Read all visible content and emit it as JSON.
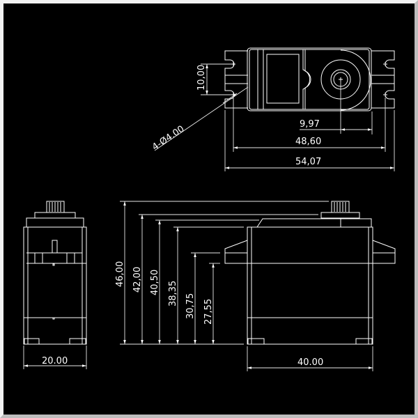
{
  "drawing": {
    "top_view": {
      "dim_horn_offset": "9,97",
      "dim_hole_spacing": "48,60",
      "dim_overall_length": "54,07",
      "dim_hole_vertical": "10,00",
      "dim_holes": "4-Ø4.00"
    },
    "side_view": {
      "dim_width": "20.00"
    },
    "front_view": {
      "dim_body_length": "40.00",
      "dim_heights": [
        "46,00",
        "42,00",
        "40,50",
        "38,35",
        "30,75",
        "27,55"
      ]
    }
  },
  "colors": {
    "background": "#000000",
    "lines": "#ffffff"
  }
}
